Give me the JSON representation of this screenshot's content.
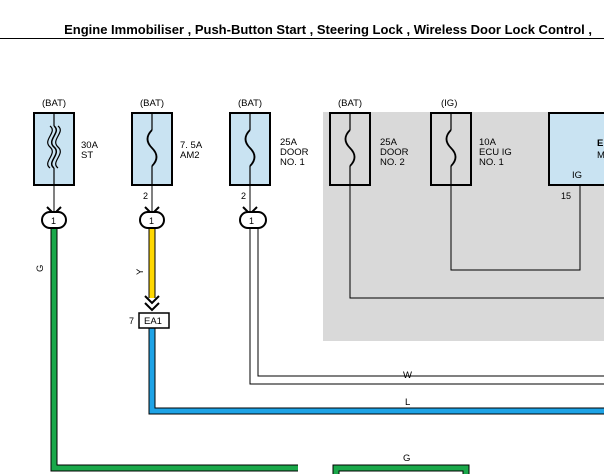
{
  "header": {
    "title": "Engine Immobiliser , Push-Button Start , Steering Lock , Wireless Door Lock Control ,"
  },
  "colors": {
    "fuse_fill": "#c9e3f2",
    "shaded_area": "#d9d9d9",
    "wire_green": "#1aa84a",
    "wire_yellow": "#ffd800",
    "wire_blue": "#1ea3e6",
    "wire_white": "#ffffff",
    "line": "#000000"
  },
  "fuses": [
    {
      "id": "st",
      "source": "(BAT)",
      "rating": "30A",
      "name_line1": "ST",
      "name_line2": "",
      "pin": "",
      "icon": "fusible-link-icon"
    },
    {
      "id": "am2",
      "source": "(BAT)",
      "rating": "7. 5A",
      "name_line1": "AM2",
      "name_line2": "",
      "pin": "2",
      "icon": "fuse-icon"
    },
    {
      "id": "door1",
      "source": "(BAT)",
      "rating": "25A",
      "name_line1": "DOOR",
      "name_line2": "NO. 1",
      "pin": "2",
      "icon": "fuse-icon"
    },
    {
      "id": "door2",
      "source": "(BAT)",
      "rating": "25A",
      "name_line1": "DOOR",
      "name_line2": "NO. 2",
      "pin": "",
      "icon": "fuse-icon"
    },
    {
      "id": "ecuig1",
      "source": "(IG)",
      "rating": "10A",
      "name_line1": "ECU IG",
      "name_line2": "NO. 1",
      "pin": "",
      "icon": "fuse-icon"
    }
  ],
  "partial_block": {
    "line1": "E",
    "line2": "M",
    "terminal": "IG",
    "pin": "15"
  },
  "junctions": [
    "1",
    "1",
    "1"
  ],
  "connector": {
    "pin": "7",
    "label": "EA1"
  },
  "wires": {
    "st": "G",
    "am2": "Y",
    "door": "W",
    "blue": "L",
    "bottom": "G"
  }
}
